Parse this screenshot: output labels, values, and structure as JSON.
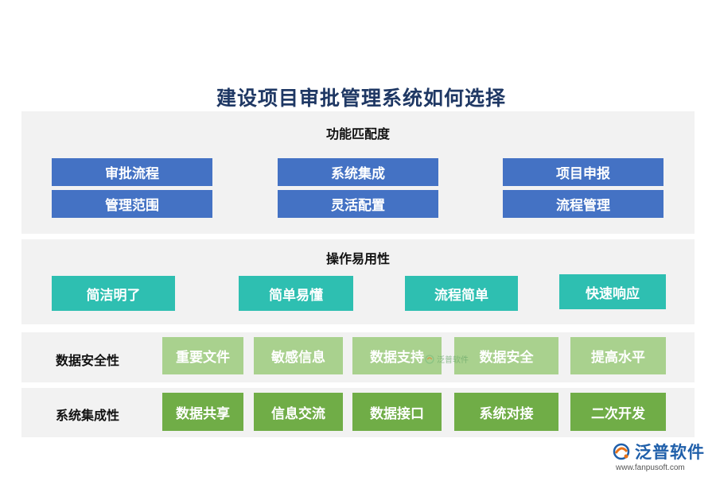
{
  "title": "建设项目审批管理系统如何选择",
  "sections": {
    "function_match": {
      "title": "功能匹配度",
      "items": [
        "审批流程",
        "系统集成",
        "项目申报",
        "管理范围",
        "灵活配置",
        "流程管理"
      ]
    },
    "usability": {
      "title": "操作易用性",
      "items": [
        "简洁明了",
        "简单易懂",
        "流程简单",
        "快速响应"
      ]
    },
    "data_security": {
      "label": "数据安全性",
      "items": [
        "重要文件",
        "敏感信息",
        "数据支持",
        "数据安全",
        "提高水平"
      ]
    },
    "system_integration": {
      "label": "系统集成性",
      "items": [
        "数据共享",
        "信息交流",
        "数据接口",
        "系统对接",
        "二次开发"
      ]
    }
  },
  "watermark": {
    "small_text": "泛普软件"
  },
  "logo": {
    "text": "泛普软件",
    "url": "www.fanpusoft.com"
  },
  "colors": {
    "title": "#1f3864",
    "panel": "#f2f2f2",
    "blue": "#4472c4",
    "teal": "#2ebfb1",
    "light_green": "#a9d18e",
    "dark_green": "#70ad47"
  }
}
